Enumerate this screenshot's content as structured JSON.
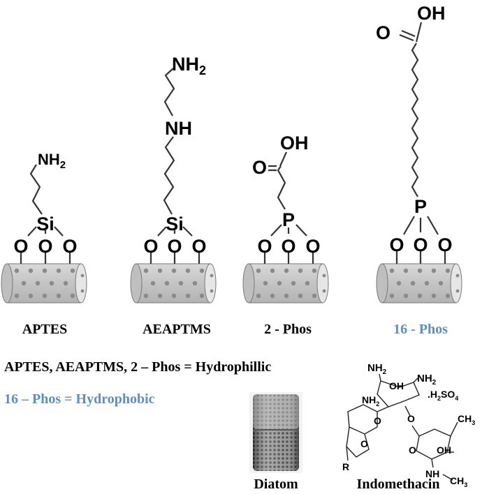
{
  "colors": {
    "accent": "#5B8FC6",
    "cylinder_fill": "#c8c8c8",
    "cylinder_end": "#e6e6e6",
    "pore": "#8a8a8a"
  },
  "structures": [
    {
      "label": "APTES",
      "center_atom": "Si",
      "groups": [
        "NH",
        "2"
      ]
    },
    {
      "label": "AEAPTMS",
      "center_atom": "Si",
      "groups": [
        "NH",
        "NH",
        "2"
      ]
    },
    {
      "label": "2 - Phos",
      "center_atom": "P",
      "groups": [
        "O",
        "OH"
      ]
    },
    {
      "label": "16 - Phos",
      "center_atom": "P",
      "groups": [
        "O",
        "OH"
      ]
    }
  ],
  "oxygen": "O",
  "legend": {
    "hydrophilic": "APTES, AEAPTMS, 2 – Phos = Hydrophillic",
    "hydrophobic": "16 – Phos = Hydrophobic"
  },
  "diatom": {
    "label": "Diatom"
  },
  "molecule": {
    "label": "Indomethacin",
    "nh2": "NH",
    "sub2": "2",
    "oh": "OH",
    "nh": "NH",
    "ch3": "CH",
    "sub3": "3",
    "o": "O",
    "r": "R",
    "salt_prefix": ".H",
    "salt_mid": "SO",
    "salt_sub4": "4"
  }
}
